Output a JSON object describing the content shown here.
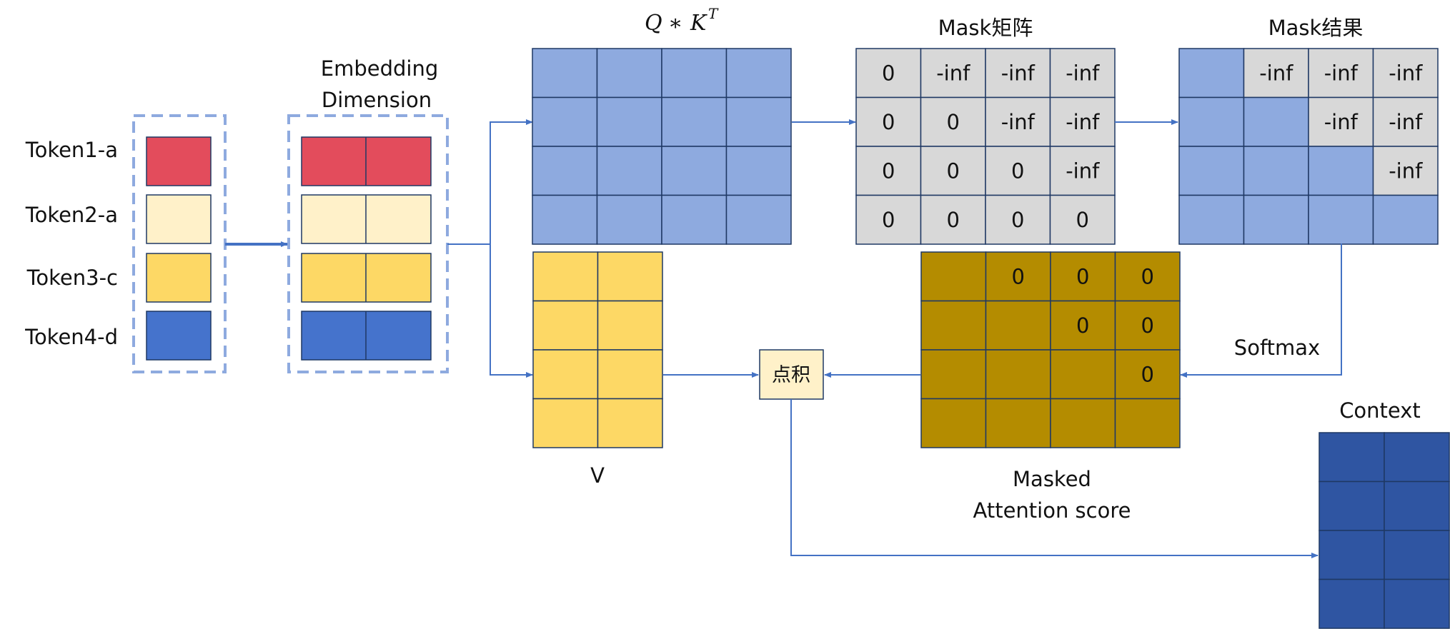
{
  "colors": {
    "red": "#e34c5c",
    "cream": "#fff1c9",
    "yellow": "#fdd865",
    "blue": "#4573cc",
    "light_blue": "#8eaadf",
    "gray": "#d8d8d8",
    "gold": "#b48c00",
    "dark_blue": "#2f55a2",
    "line": "#4472c4",
    "dash": "#8eaadf",
    "border": "#1f3864",
    "dot_box": "#fff1c9"
  },
  "tokens": [
    "Token1-a",
    "Token2-a",
    "Token3-c",
    "Token4-d"
  ],
  "labels": {
    "embedding_line1": "Embedding",
    "embedding_line2": "Dimension",
    "qk_q": "Q",
    "qk_op": "∗",
    "qk_k": "K",
    "qk_t": "T",
    "mask_matrix": "Mask矩阵",
    "mask_result": "Mask结果",
    "v": "V",
    "dot": "点积",
    "softmax": "Softmax",
    "masked_line1": "Masked",
    "masked_line2": "Attention score",
    "context": "Context"
  },
  "mask_matrix": [
    [
      "0",
      "-inf",
      "-inf",
      "-inf"
    ],
    [
      "0",
      "0",
      "-inf",
      "-inf"
    ],
    [
      "0",
      "0",
      "0",
      "-inf"
    ],
    [
      "0",
      "0",
      "0",
      "0"
    ]
  ],
  "mask_result": [
    [
      "",
      "-inf",
      "-inf",
      "-inf"
    ],
    [
      "",
      "",
      "-inf",
      "-inf"
    ],
    [
      "",
      "",
      "",
      "-inf"
    ],
    [
      "",
      "",
      "",
      ""
    ]
  ],
  "masked_score": [
    [
      "",
      "0",
      "0",
      "0"
    ],
    [
      "",
      "",
      "0",
      "0"
    ],
    [
      "",
      "",
      "",
      "0"
    ],
    [
      "",
      "",
      "",
      ""
    ]
  ]
}
